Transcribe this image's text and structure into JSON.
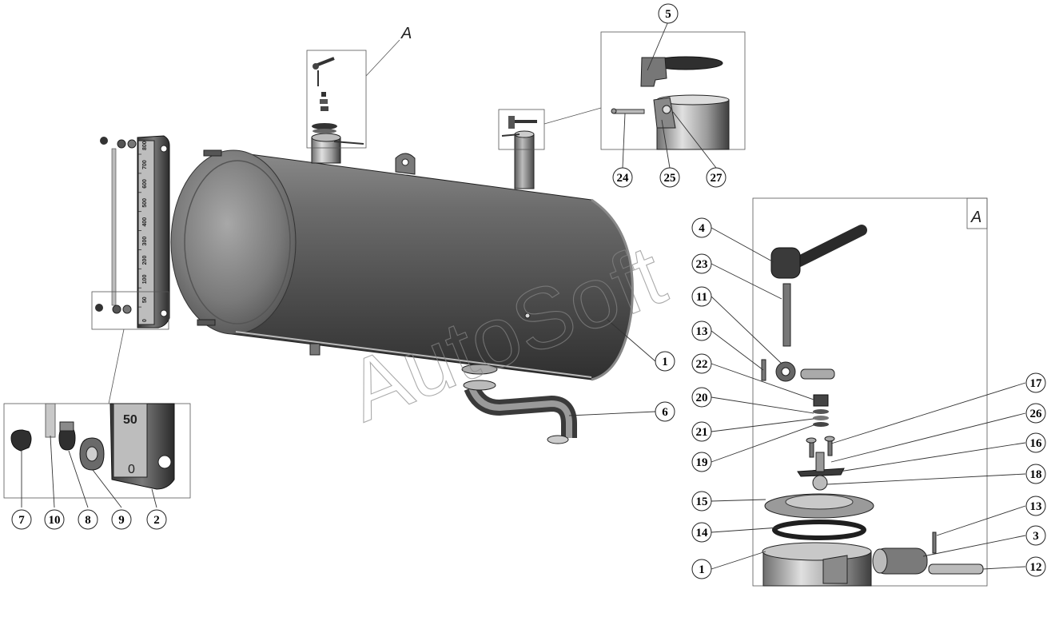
{
  "watermark": "AutoSoft",
  "view_letters": {
    "tank_marker": "A",
    "detail_box": "A"
  },
  "gauge_scale": [
    "800",
    "700",
    "600",
    "500",
    "400",
    "300",
    "200",
    "100",
    "50",
    "0"
  ],
  "gauge_detail_label": "50",
  "gauge_detail_zero": "0",
  "callouts": {
    "c5": "5",
    "c24": "24",
    "c25": "25",
    "c27": "27",
    "c1_tank": "1",
    "c6": "6",
    "c7": "7",
    "c10": "10",
    "c8": "8",
    "c9": "9",
    "c2": "2",
    "c4": "4",
    "c23": "23",
    "c11": "11",
    "c13a": "13",
    "c22": "22",
    "c20": "20",
    "c21": "21",
    "c19": "19",
    "c17": "17",
    "c26": "26",
    "c16": "16",
    "c18": "18",
    "c15": "15",
    "c14": "14",
    "c13b": "13",
    "c3": "3",
    "c1_detail": "1",
    "c12": "12"
  }
}
